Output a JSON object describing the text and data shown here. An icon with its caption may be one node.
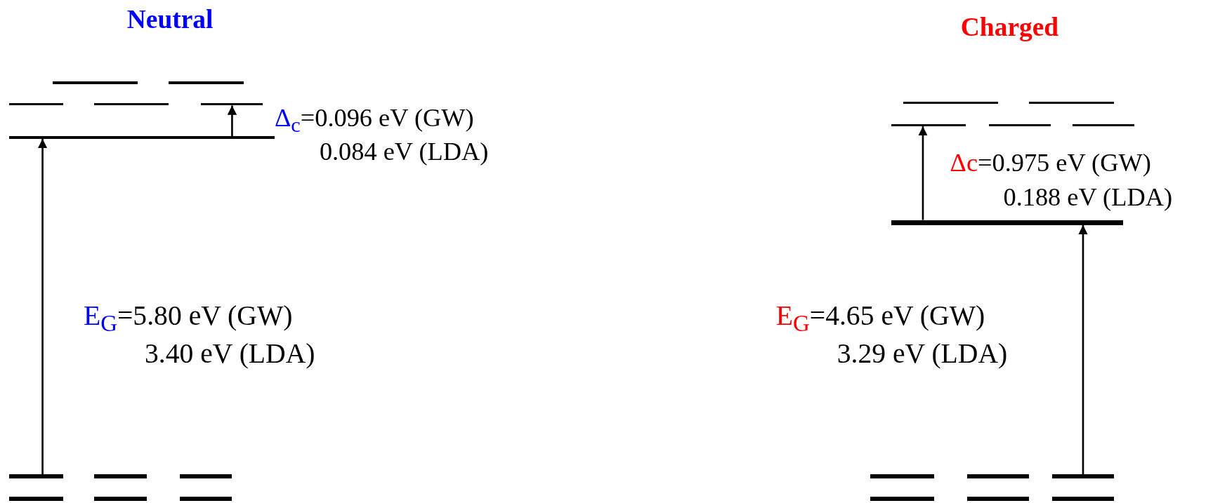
{
  "diagram": {
    "nodes": [
      {
        "text": [],
        "shape": "bar"
      },
      {
        "text": [],
        "shape": "bar"
      },
      {
        "text": [],
        "shape": "bar"
      },
      {
        "text": [],
        "shape": "bar"
      },
      {
        "text": [],
        "shape": "bar"
      },
      {
        "text": [],
        "shape": "bar"
      },
      {
        "text": [],
        "shape": "bar"
      },
      {
        "text": [],
        "shape": "bar"
      },
      {
        "text": [],
        "shape": "bar"
      },
      {
        "text": [],
        "shape": "bar"
      },
      {
        "text": [],
        "shape": "bar"
      },
      {
        "text": [],
        "shape": "bar"
      },
      {
        "text": [],
        "shape": "bar"
      },
      {
        "text": [],
        "shape": "bar"
      },
      {
        "text": [],
        "shape": "bar"
      },
      {
        "text": [],
        "shape": "bar"
      },
      {
        "text": [],
        "shape": "bar"
      },
      {
        "text": [],
        "shape": "bar"
      }
    ],
    "edges": [
      {
        "from": 6,
        "to": 5,
        "arrow": "to"
      },
      {
        "from": 5,
        "to": 4,
        "arrow": "to"
      },
      {
        "from": 17,
        "to": 14,
        "arrow": "to"
      },
      {
        "from": 14,
        "to": 11,
        "arrow": "to"
      }
    ],
    "labels": [
      "Neutral",
      "Charged",
      "Δ$_{c}$=0.096 eV (GW)",
      "0.084 eV (LDA)",
      "E$_{G}$=5.80 eV (GW)",
      "3.40 eV (LDA)",
      "Δc=0.975 eV (GW)",
      "0.188 eV (LDA)",
      "E$_{G}$=4.65 eV (GW)",
      "3.29 eV (LDA)"
    ]
  }
}
